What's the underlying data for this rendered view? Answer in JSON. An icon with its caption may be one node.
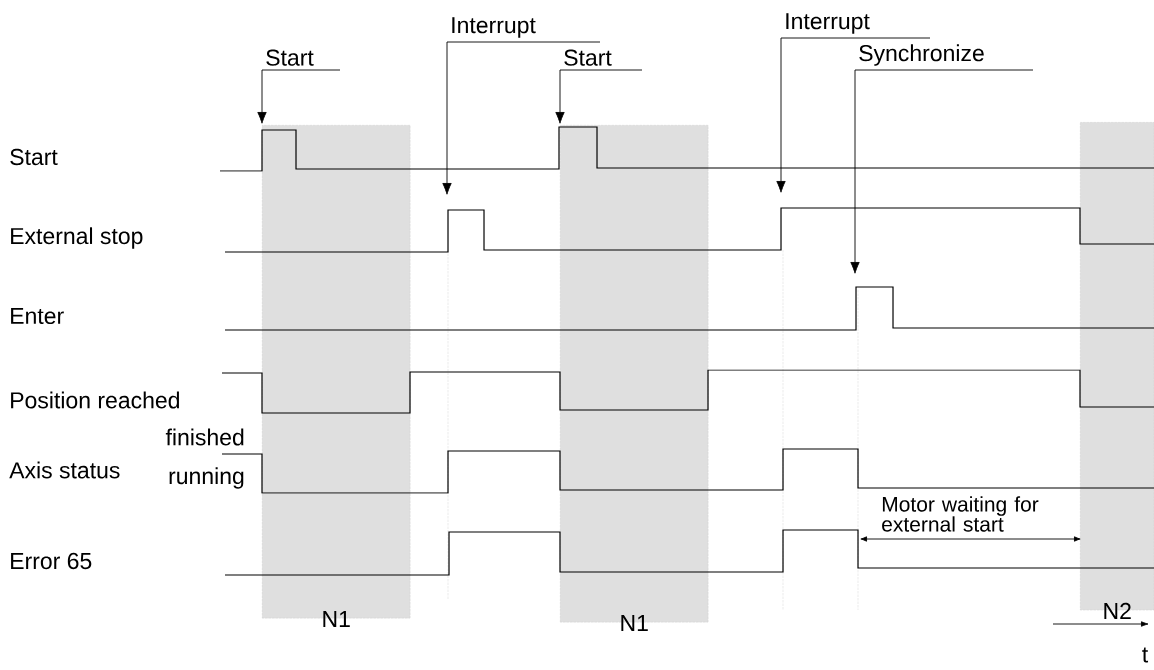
{
  "diagram": {
    "nodes": [
      {
        "text": [
          "Start"
        ]
      },
      {
        "text": [
          "Interrupt"
        ]
      },
      {
        "text": [
          "Start"
        ]
      },
      {
        "text": [
          "Interrupt"
        ]
      },
      {
        "text": [
          "Synchronize"
        ]
      },
      {
        "text": [
          "N1"
        ]
      },
      {
        "text": [
          "N1"
        ]
      },
      {
        "text": [
          "N2"
        ]
      }
    ],
    "edges": [
      {
        "from": 0,
        "to": 5,
        "arrow": "to"
      },
      {
        "from": 1,
        "to": null,
        "arrow": "to"
      },
      {
        "from": 2,
        "to": 6,
        "arrow": "to"
      },
      {
        "from": 3,
        "to": null,
        "arrow": "to"
      },
      {
        "from": 4,
        "to": null,
        "arrow": "to"
      }
    ],
    "labels": [
      "Start",
      "External stop",
      "Enter",
      "Position reached",
      "finished",
      "Axis status",
      "running",
      "Motor waiting for external start",
      "Error 65",
      "t"
    ]
  }
}
